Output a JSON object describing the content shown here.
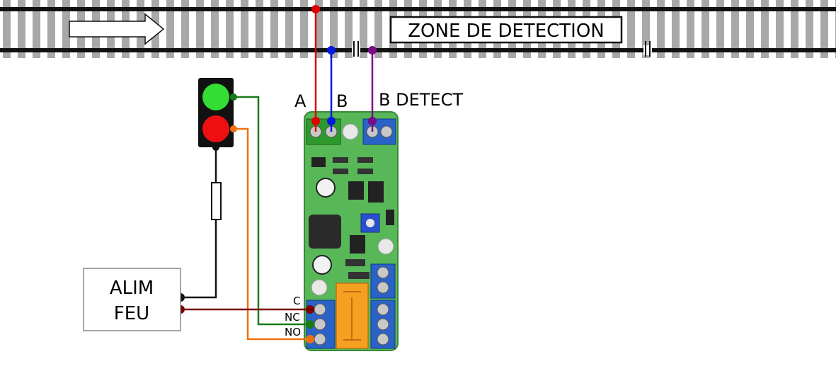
{
  "track": {
    "zone_label": "ZONE DE DETECTION"
  },
  "wires": {
    "label_a": "A",
    "label_b": "B",
    "label_b_detect": "B DETECT"
  },
  "power": {
    "line1": "ALIM",
    "line2": "FEU"
  },
  "relay": {
    "c": "C",
    "nc": "NC",
    "no": "NO"
  },
  "colors": {
    "wire_a": "#e00000",
    "wire_b": "#0018e0",
    "wire_detect": "#7a0a8a",
    "wire_green": "#1a7a1a",
    "wire_orange": "#f07010",
    "wire_maroon": "#7a0000",
    "signal_green": "#33dd33",
    "signal_red": "#ee1010",
    "pcb": "#58b858"
  }
}
